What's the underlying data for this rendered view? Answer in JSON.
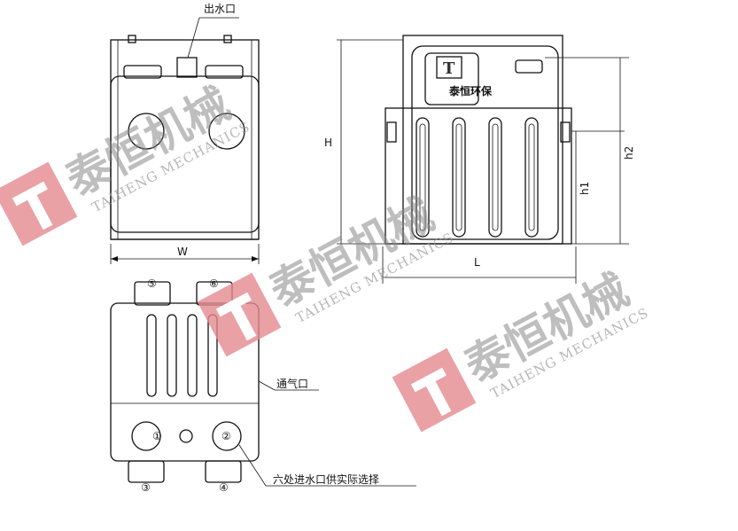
{
  "labels": {
    "outlet": "出水口",
    "width": "W",
    "height": "H",
    "length": "L",
    "h1": "h1",
    "h2": "h2",
    "vent": "通气口",
    "inlets_note": "六处进水口供实际选择"
  },
  "ports": [
    "①",
    "②",
    "③",
    "④",
    "⑤",
    "⑥"
  ],
  "logo_text": "泰恒环保",
  "watermark": {
    "cn": "泰恒机械",
    "en": "TAIHENG MECHANICS",
    "color": "#e58a8f"
  }
}
